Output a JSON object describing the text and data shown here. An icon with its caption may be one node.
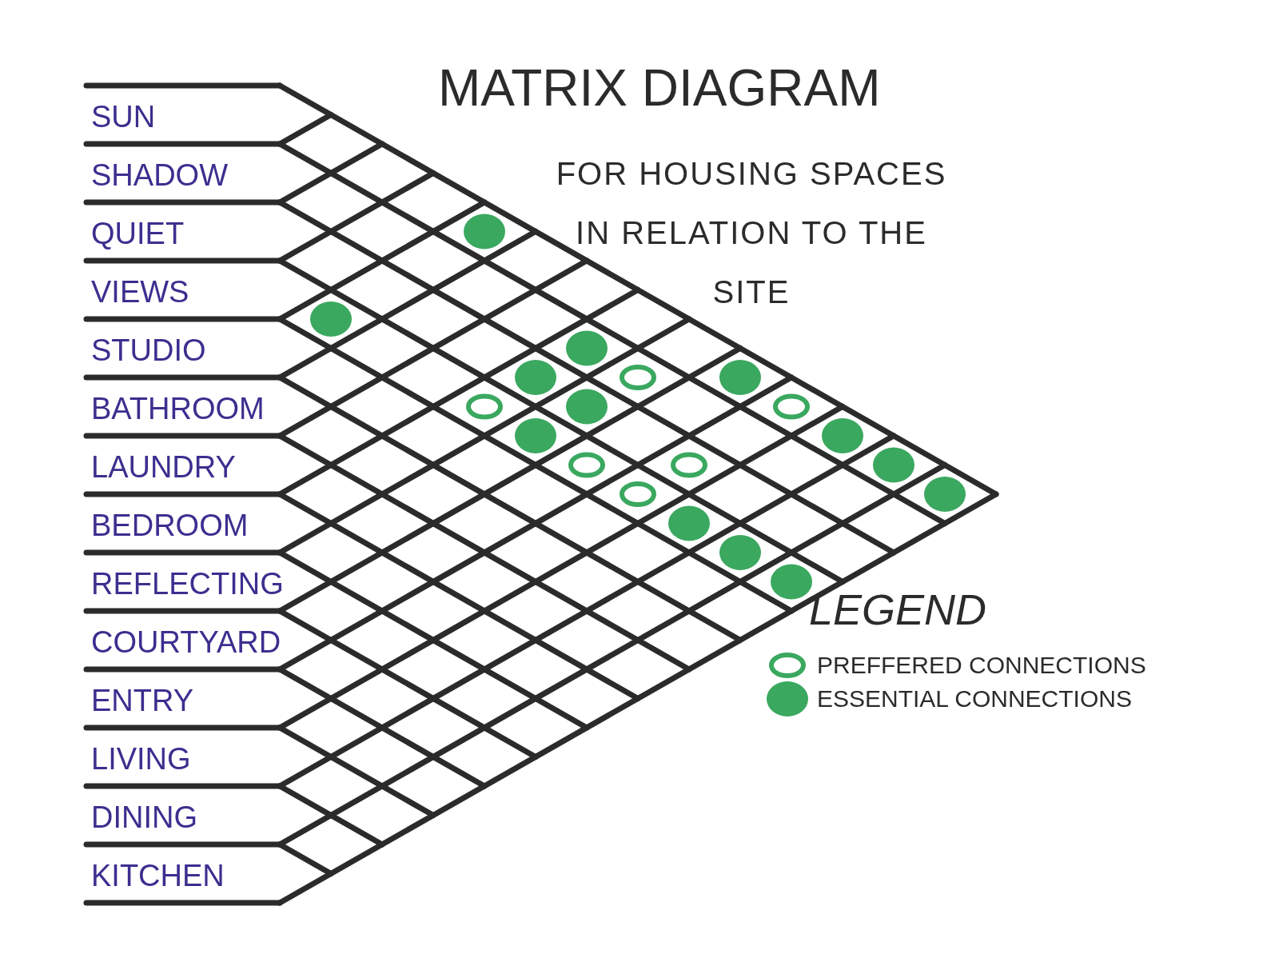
{
  "diagram": {
    "title": "MATRIX DIAGRAM",
    "labels": [
      "SUN",
      "SHADOW",
      "QUIET",
      "VIEWS",
      "STUDIO",
      "BATHROOM",
      "LAUNDRY",
      "BEDROOM",
      "REFLECTING",
      "COURTYARD",
      "ENTRY",
      "LIVING",
      "DINING",
      "KITCHEN",
      "FOR HOUSING SPACES IN RELATION TO THE SITE",
      "LEGEND"
    ],
    "legend": [
      {
        "text": "PREFFERED CONNECTIONS"
      },
      {
        "text": "ESSENTIAL CONNECTIONS",
        "color": "#3aa85f"
      }
    ]
  }
}
